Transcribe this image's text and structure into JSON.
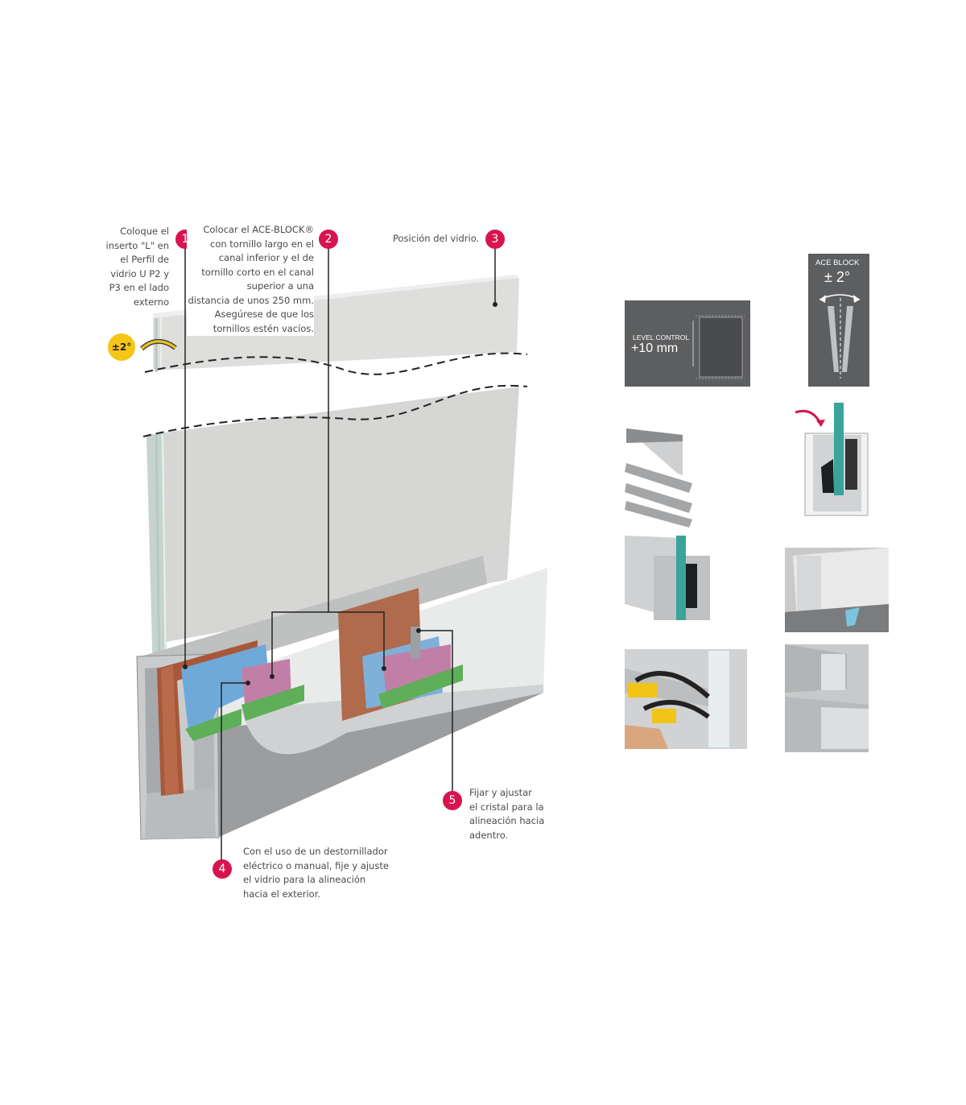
{
  "steps": [
    {
      "number": "1",
      "lines": [
        "Coloque el",
        "inserto \"L\" en",
        "el Perfil de",
        "vidrio U P2 y",
        "P3 en el lado",
        "externo"
      ]
    },
    {
      "number": "2",
      "lines": [
        "Colocar el ACE-BLOCK®",
        "con tornillo largo en el",
        "canal inferior y el de",
        "tornillo corto en el canal",
        "superior a una",
        "distancia de unos 250 mm.",
        "Asegúrese de que los",
        "tornillos estén vacíos."
      ]
    },
    {
      "number": "3",
      "lines": [
        "Posición del vidrio."
      ]
    },
    {
      "number": "4",
      "lines": [
        "Con el uso de un destornillador",
        "eléctrico o manual, fije y ajuste",
        "el vidrio para la alineación",
        "hacia el exterior."
      ]
    },
    {
      "number": "5",
      "lines": [
        "Fijar y ajustar",
        "el cristal para la",
        "alineación hacia",
        "adentro."
      ]
    }
  ],
  "tilt_badge": "±2°",
  "level_control": {
    "label": "LEVEL CONTROL",
    "value": "+10 mm"
  },
  "ace_block": {
    "label": "ACE BLOCK",
    "value": "± 2°"
  },
  "colors": {
    "badge": "#d8144f",
    "panel": "#5d5e60",
    "tilt_badge": "#f5c518",
    "glass_edge": "#3aa39a"
  }
}
